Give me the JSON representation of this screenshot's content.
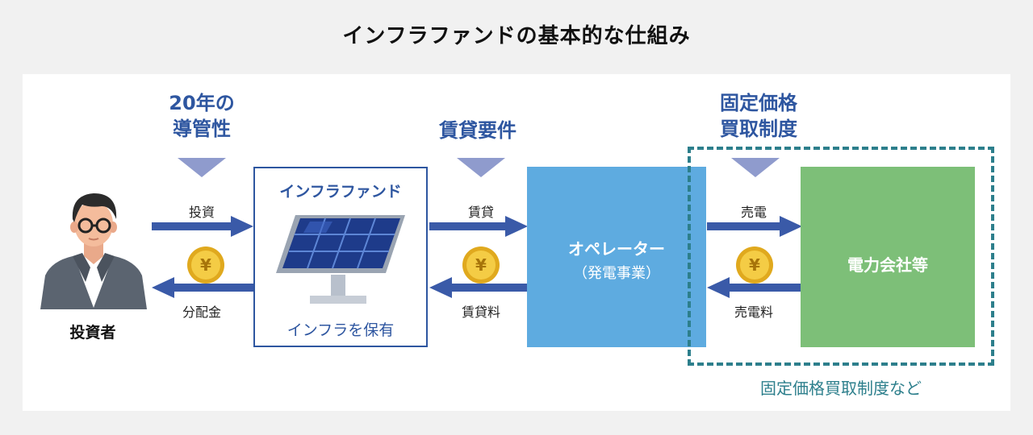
{
  "title": "インフラファンドの基本的な仕組み",
  "headers": {
    "tenure_line1": "20年の",
    "tenure_line2": "導管性",
    "lease_req": "賃貸要件",
    "fit_line1": "固定価格",
    "fit_line2": "買取制度"
  },
  "investor": {
    "label": "投資者"
  },
  "flows": {
    "invest": "投資",
    "distribution": "分配金",
    "lease": "賃貸",
    "lease_fee": "賃貸料",
    "sell_power": "売電",
    "power_fee": "売電料"
  },
  "fund": {
    "title": "インフラファンド",
    "subtitle": "インフラを保有"
  },
  "operator": {
    "line1": "オペレーター",
    "line2": "（発電事業）"
  },
  "power_company": {
    "label": "電力会社等"
  },
  "fit_note": "固定価格買取制度など",
  "coin_symbol": "¥",
  "colors": {
    "heading_blue": "#2e56a0",
    "arrow_blue": "#3a5aa8",
    "operator_blue": "#5eabe0",
    "power_green": "#7dbf78",
    "dashed_teal": "#2d7f8c",
    "coin_gold": "#f0c53a",
    "triangle": "#8f9bcd"
  }
}
